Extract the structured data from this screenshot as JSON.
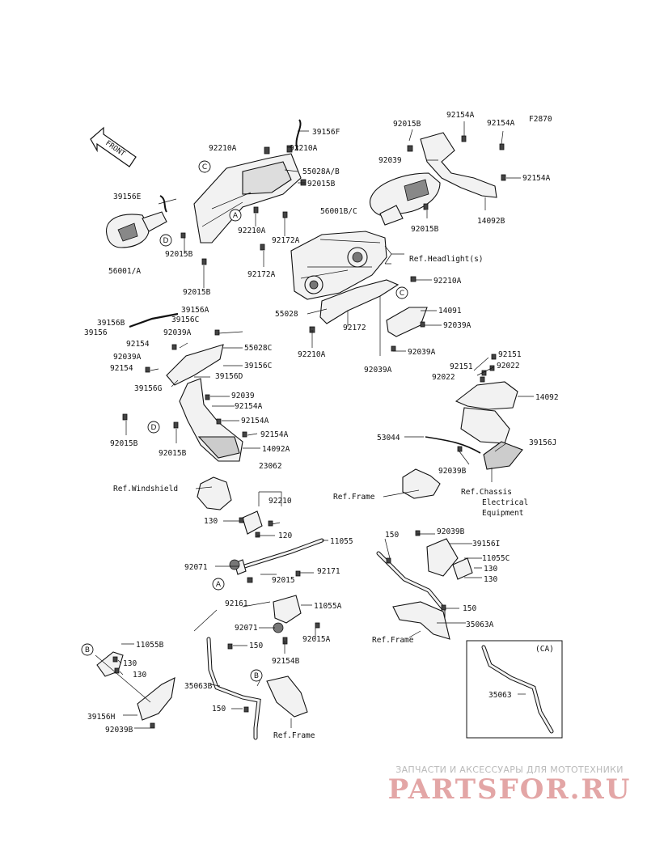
{
  "figure_code": "F2870",
  "front_label": "FRONT",
  "ca_label": "(CA)",
  "circles": {
    "a": "A",
    "b": "B",
    "c": "C",
    "d": "D"
  },
  "labels": {
    "l39156F": "39156F",
    "l92210A_1": "92210A",
    "l92210A_2": "92210A",
    "l55028AB": "55028A/B",
    "l92015B_1": "92015B",
    "l39156E": "39156E",
    "l92210A_3": "92210A",
    "l92172A_1": "92172A",
    "l92015B_2": "92015B",
    "l92172A_2": "92172A",
    "l92015B_3": "92015B",
    "l56001A": "56001/A",
    "l92015B_4": "92015B",
    "l92154A_1": "92154A",
    "l92154A_2": "92154A",
    "l92039": "92039",
    "l92154A_3": "92154A",
    "l56001BC": "56001B/C",
    "l92015B_5": "92015B",
    "l14092B": "14092B",
    "l_refheadlight": "Ref.Headlight(s)",
    "l92210A_4": "92210A",
    "l55028": "55028",
    "l92172": "92172",
    "l14091": "14091",
    "l92039A_1": "92039A",
    "l92210A_5": "92210A",
    "l92039A_2": "92039A",
    "l92039A_3": "92039A",
    "l39156B": "39156B",
    "l39156A": "39156A",
    "l39156C_1": "39156C",
    "l39156": "39156",
    "l92039A_4": "92039A",
    "l92154_1": "92154",
    "l55028C": "55028C",
    "l92039A_5": "92039A",
    "l39156C_2": "39156C",
    "l92154_2": "92154",
    "l39156D": "39156D",
    "l39156G": "39156G",
    "l92039_2": "92039",
    "l92154A_4": "92154A",
    "l92154A_5": "92154A",
    "l92154A_6": "92154A",
    "l92015B_6": "92015B",
    "l92015B_7": "92015B",
    "l14092A": "14092A",
    "l92151_1": "92151",
    "l92151_2": "92151",
    "l92022_1": "92022",
    "l92022_2": "92022",
    "l14092": "14092",
    "l53044": "53044",
    "l39156J": "39156J",
    "l92039B_1": "92039B",
    "l_refframe_1": "Ref.Frame",
    "l_refchassis_1": "Ref.Chassis",
    "l_refchassis_2": "Electrical",
    "l_refchassis_3": "Equipment",
    "l23062": "23062",
    "l_refwindshield": "Ref.Windshield",
    "l92210": "92210",
    "l130_1": "130",
    "l120": "120",
    "l11055": "11055",
    "l92071_1": "92071",
    "l92171": "92171",
    "l92015": "92015",
    "l92161": "92161",
    "l11055A": "11055A",
    "l92071_2": "92071",
    "l92015A": "92015A",
    "l150_1": "150",
    "l92154B": "92154B",
    "l150_2": "150",
    "l92039B_2": "92039B",
    "l39156I": "39156I",
    "l11055C": "11055C",
    "l130_2": "130",
    "l130_3": "130",
    "l150_3": "150",
    "l35063A": "35063A",
    "l_refframe_2": "Ref.Frame",
    "l11055B": "11055B",
    "l130_4": "130",
    "l130_5": "130",
    "l35063B": "35063B",
    "l150_4": "150",
    "l_refframe_3": "Ref.Frame",
    "l39156H": "39156H",
    "l92039B_3": "92039B",
    "l35063": "35063"
  },
  "watermark": {
    "tagline": "ЗАПЧАСТИ И АКСЕССУАРЫ ДЛЯ МОТОТЕХНИКИ",
    "brand": "PARTSFOR.RU"
  }
}
